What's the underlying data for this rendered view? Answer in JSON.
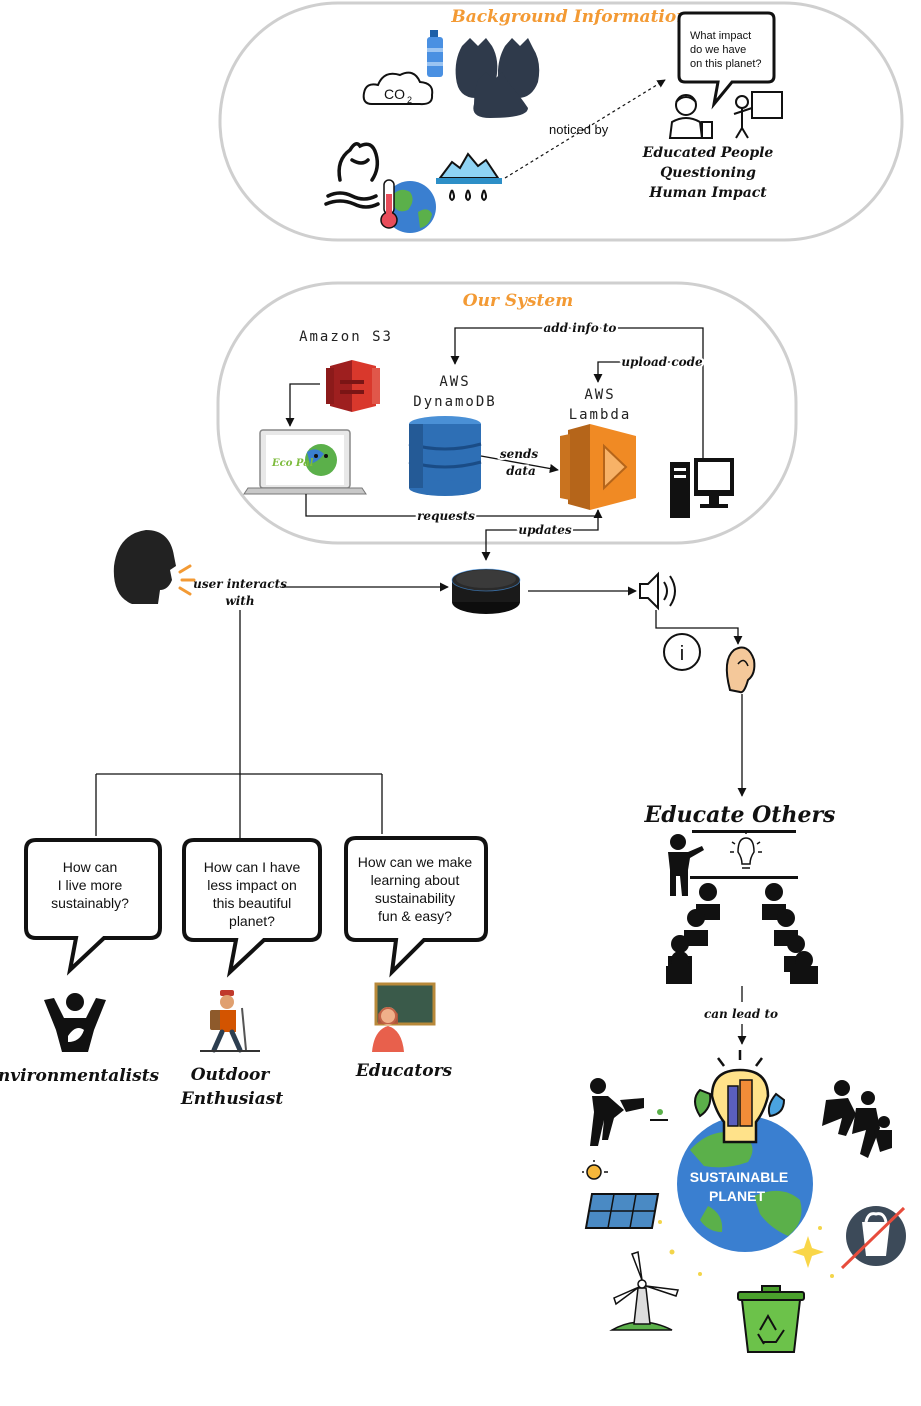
{
  "background_section": {
    "title": "Background Information",
    "co2_label": "CO",
    "co2_sub": "2",
    "noticed_by": "noticed by",
    "bubble_lines": [
      "What impact",
      "do we have",
      "on this planet?"
    ],
    "people_lines": [
      "Educated People",
      "Questioning",
      "Human Impact"
    ]
  },
  "system_section": {
    "title": "Our System",
    "s3_label": "Amazon S3",
    "dynamo_lines": [
      "AWS",
      "DynamoDB"
    ],
    "lambda_lines": [
      "AWS",
      "Lambda"
    ],
    "add_info": "add info to",
    "upload_code": "upload code",
    "sends_data_lines": [
      "sends",
      "data"
    ],
    "requests": "requests",
    "updates": "updates",
    "laptop_logo": "Eco Pal"
  },
  "interaction": {
    "user_interacts_lines": [
      "user interacts",
      "with"
    ]
  },
  "users": [
    {
      "bubble": [
        "How can",
        "I live more",
        "sustainably?"
      ],
      "name_lines": [
        "Environmentalists"
      ]
    },
    {
      "bubble": [
        "How can I have",
        "less impact on",
        "this beautiful",
        "planet?"
      ],
      "name_lines": [
        "Outdoor",
        "Enthusiast"
      ]
    },
    {
      "bubble": [
        "How can we make",
        "learning about",
        "sustainability",
        "fun & easy?"
      ],
      "name_lines": [
        "Educators"
      ]
    }
  ],
  "outcome": {
    "educate": "Educate Others",
    "can_lead_to": "can lead to",
    "planet_lines": [
      "SUSTAINABLE",
      "PLANET"
    ]
  },
  "colors": {
    "accent": "#f39a34",
    "s3_red": "#d9382c",
    "dynamo_blue": "#2e6fb5",
    "lambda_orange": "#f08a24",
    "planet_blue": "#3a7fd0",
    "planet_green": "#5bb04a"
  }
}
